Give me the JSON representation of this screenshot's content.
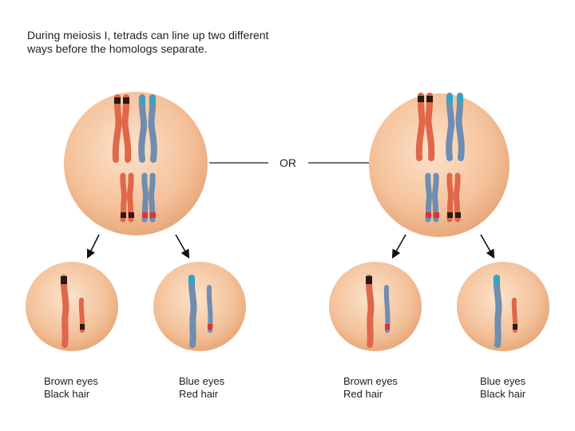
{
  "caption": {
    "line1": "During meiosis I, tetrads can line up two different",
    "line2": "ways before the homologs separate."
  },
  "or_label": "OR",
  "outcomes": [
    {
      "trait1": "Brown eyes",
      "trait2": "Black hair"
    },
    {
      "trait1": "Blue eyes",
      "trait2": "Red hair"
    },
    {
      "trait1": "Brown eyes",
      "trait2": "Red hair"
    },
    {
      "trait1": "Blue eyes",
      "trait2": "Black hair"
    }
  ],
  "colors": {
    "cell_fill": "#f6c9a3",
    "cell_edge": "#e3a67a",
    "red_chromosome": "#e0674a",
    "blue_chromosome": "#6f8db0",
    "black_band": "#2b1a12",
    "cyan_band": "#2aa7c9",
    "red_band": "#e0303a",
    "line": "#222222"
  }
}
